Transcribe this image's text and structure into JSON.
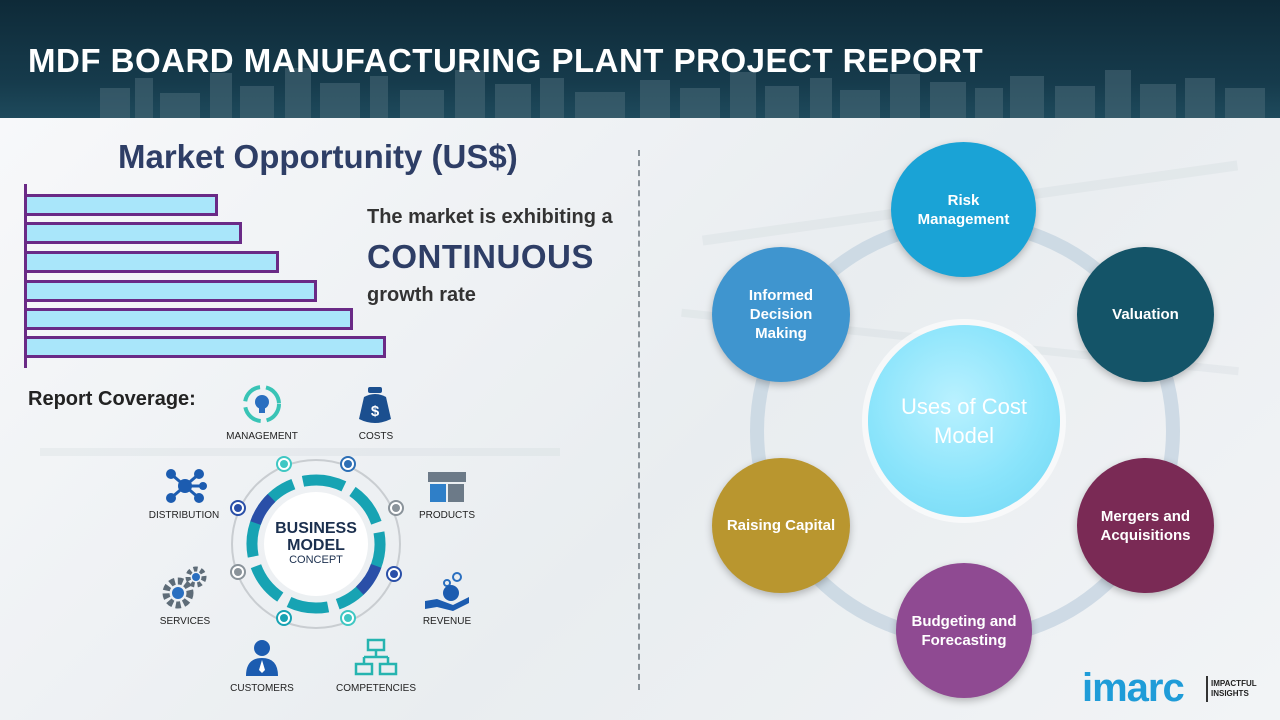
{
  "header": {
    "title": "MDF BOARD MANUFACTURING PLANT PROJECT REPORT"
  },
  "market": {
    "title": "Market Opportunity (US$)",
    "line1": "The market is exhibiting a",
    "highlight": "CONTINUOUS",
    "line3": "growth rate",
    "bars_relative": [
      0.53,
      0.6,
      0.7,
      0.8,
      0.9,
      1.0
    ]
  },
  "coverage": {
    "title": "Report Coverage:",
    "items": [
      {
        "label": "MANAGEMENT",
        "icon": "cycle-bulb-icon"
      },
      {
        "label": "COSTS",
        "icon": "money-bag-icon"
      },
      {
        "label": "DISTRIBUTION",
        "icon": "network-icon"
      },
      {
        "label": "PRODUCTS",
        "icon": "boxes-icon"
      },
      {
        "label": "SERVICES",
        "icon": "gears-icon"
      },
      {
        "label": "REVENUE",
        "icon": "hand-coins-icon"
      },
      {
        "label": "CUSTOMERS",
        "icon": "person-icon"
      },
      {
        "label": "COMPETENCIES",
        "icon": "hierarchy-icon"
      }
    ],
    "concept": {
      "line1": "BUSINESS",
      "line2": "MODEL",
      "line3": "CONCEPT"
    }
  },
  "cost_model": {
    "center": "Uses of Cost Model",
    "items": [
      {
        "label": "Risk Management",
        "color": "#1aa3d6"
      },
      {
        "label": "Valuation",
        "color": "#145468"
      },
      {
        "label": "Mergers and Acquisitions",
        "color": "#7a2a55"
      },
      {
        "label": "Budgeting and Forecasting",
        "color": "#8f4a92"
      },
      {
        "label": "Raising Capital",
        "color": "#b9962f"
      },
      {
        "label": "Informed Decision Making",
        "color": "#3f95cf"
      }
    ]
  },
  "logo": {
    "word": "imarc",
    "tagline": "IMPACTFUL INSIGHTS"
  }
}
